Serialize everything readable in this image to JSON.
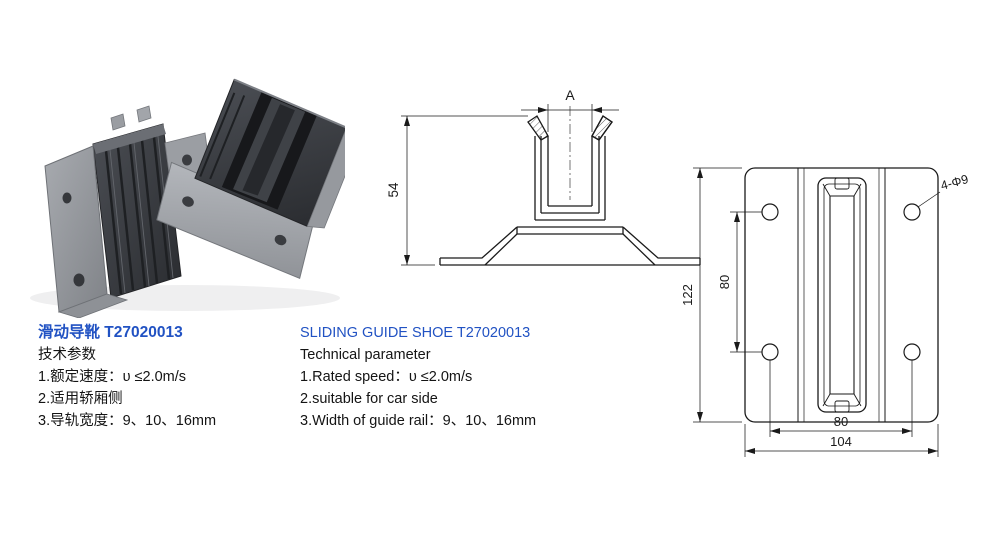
{
  "colors": {
    "accent_blue": "#2152c3",
    "drawing_line": "#1a1a1a"
  },
  "zh": {
    "title": "滑动导靴  T27020013",
    "param_header": "技术参数",
    "items": [
      "1.额定速度：υ ≤2.0m/s",
      "2.适用轿厢侧",
      "3.导轨宽度：9、10、16mm"
    ]
  },
  "en": {
    "title": "SLIDING GUIDE SHOE T27020013",
    "param_header": "Technical parameter",
    "items": [
      "1.Rated speed：υ ≤2.0m/s",
      "2.suitable for car side",
      "3.Width of guide rail：9、10、16mm"
    ]
  },
  "front_view": {
    "dim_a": "A",
    "dim_height": "54"
  },
  "plan_view": {
    "dim_total_height": "122",
    "dim_hole_spacing_v": "80",
    "dim_hole_spacing_h": "80",
    "dim_total_width": "104",
    "hole_callout": "4-Φ9"
  }
}
